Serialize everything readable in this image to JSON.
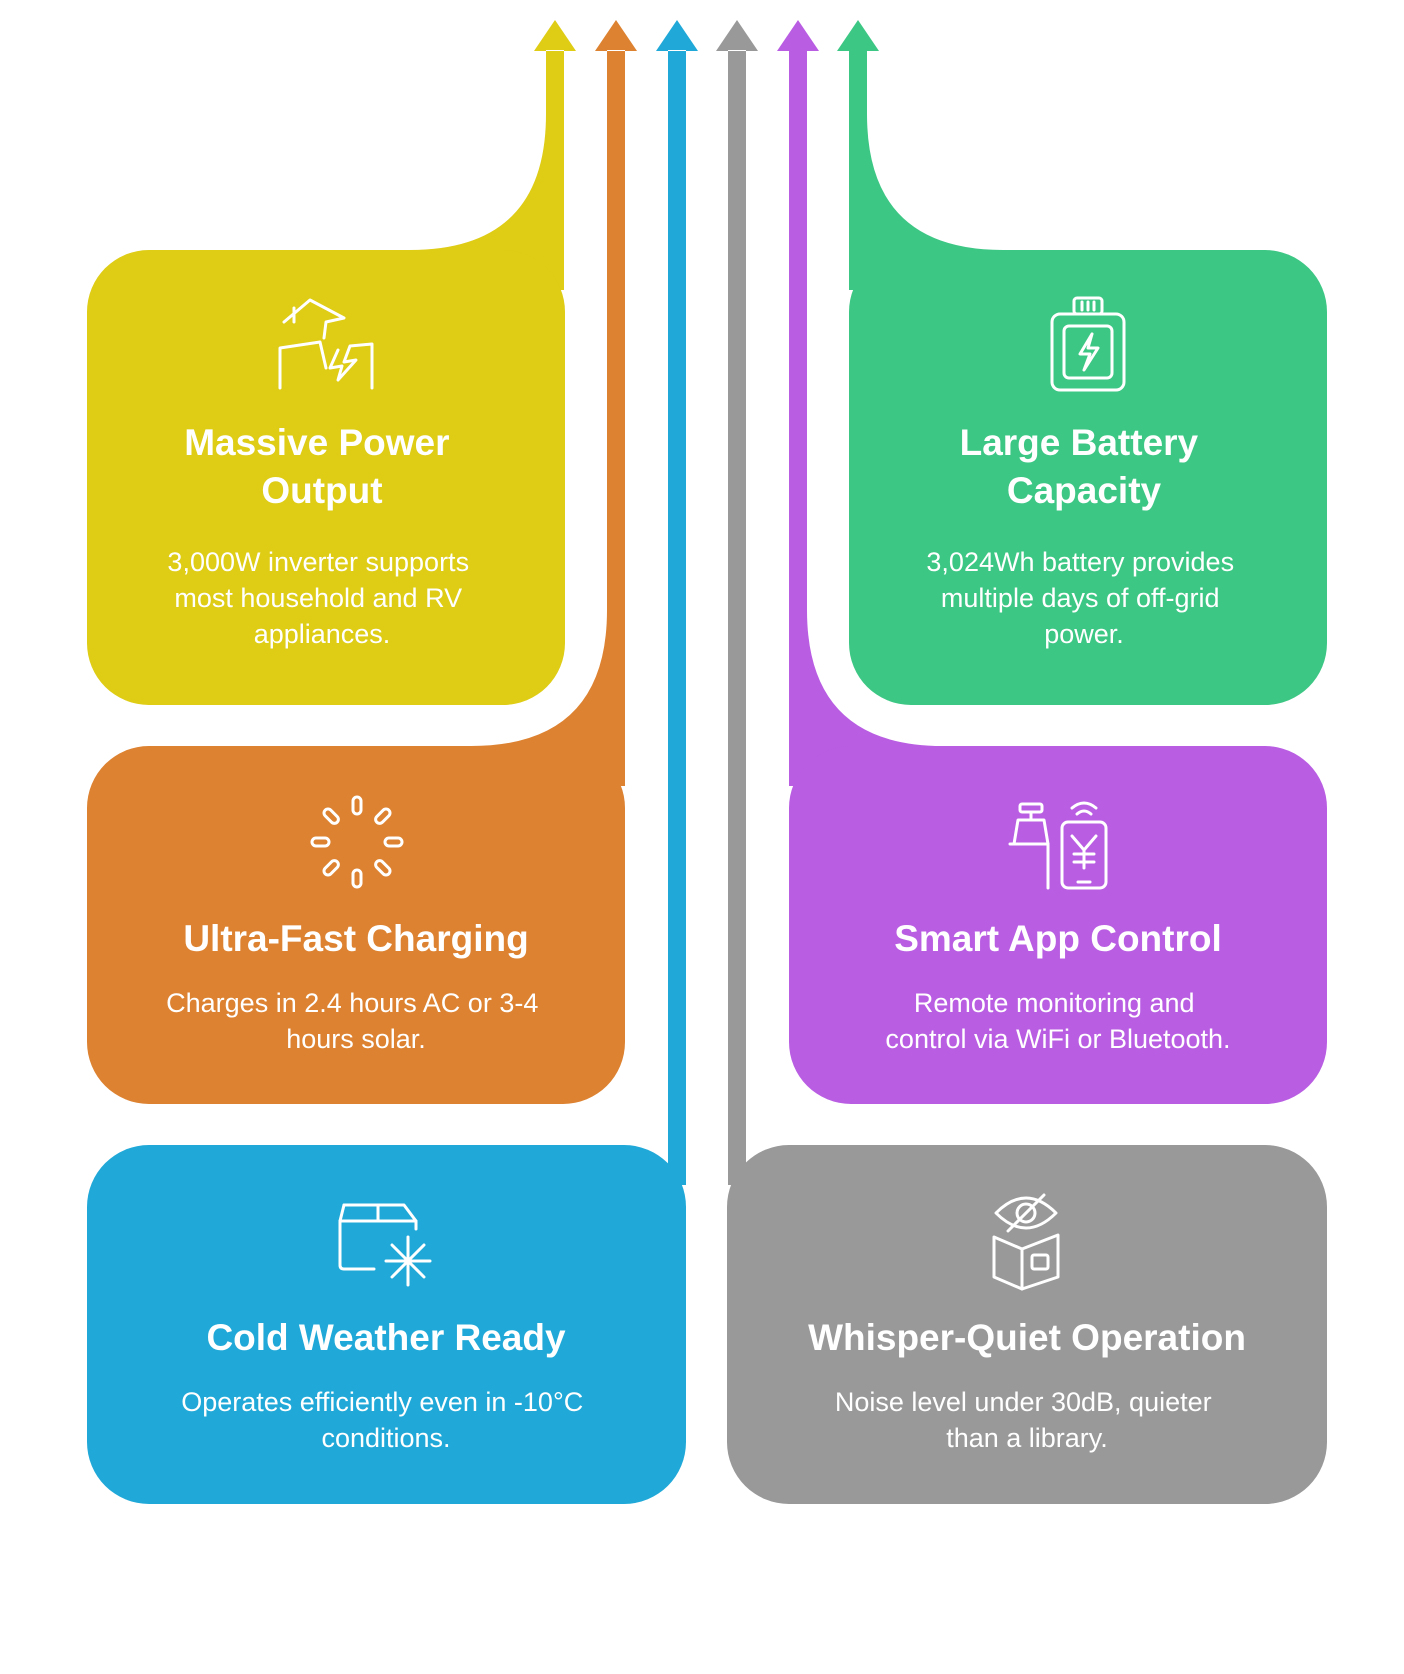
{
  "colors": {
    "yellow": "#DECC15",
    "orange": "#DD8230",
    "blue": "#20A9D8",
    "gray": "#999999",
    "purple": "#B95DE3",
    "green": "#3DC784"
  },
  "cards": [
    {
      "id": "massive-power-output",
      "color": "#DECC15",
      "icon": "house-lightning-icon",
      "title_lines": [
        "Massive Power",
        "Output"
      ],
      "desc_lines": [
        "3,000W inverter supports",
        "most household and RV",
        "appliances."
      ]
    },
    {
      "id": "ultra-fast-charging",
      "color": "#DD8230",
      "icon": "loading-spinner-icon",
      "title_lines": [
        "Ultra-Fast Charging"
      ],
      "desc_lines": [
        "Charges in 2.4 hours AC or 3-4",
        "hours solar."
      ]
    },
    {
      "id": "cold-weather-ready",
      "color": "#20A9D8",
      "icon": "box-snowflake-icon",
      "title_lines": [
        "Cold Weather Ready"
      ],
      "desc_lines": [
        "Operates efficiently even in -10°C",
        "conditions."
      ]
    },
    {
      "id": "large-battery-capacity",
      "color": "#3DC784",
      "icon": "battery-bolt-icon",
      "title_lines": [
        "Large Battery",
        "Capacity"
      ],
      "desc_lines": [
        "3,024Wh battery provides",
        "multiple days of off-grid",
        "power."
      ]
    },
    {
      "id": "smart-app-control",
      "color": "#B95DE3",
      "icon": "phone-wifi-icon",
      "title_lines": [
        "Smart App Control"
      ],
      "desc_lines": [
        "Remote monitoring and",
        "control via WiFi or Bluetooth."
      ]
    },
    {
      "id": "whisper-quiet-operation",
      "color": "#999999",
      "icon": "eye-off-box-icon",
      "title_lines": [
        "Whisper-Quiet Operation"
      ],
      "desc_lines": [
        "Noise level under 30dB, quieter",
        "than a library."
      ]
    }
  ]
}
